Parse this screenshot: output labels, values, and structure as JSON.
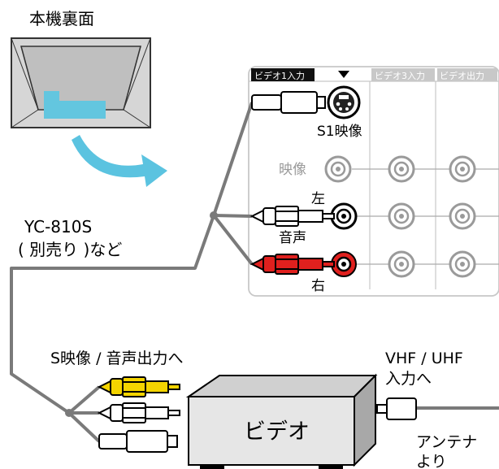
{
  "tv_back": {
    "label": "本機裏面"
  },
  "panel": {
    "headers": {
      "video1": "ビデオ1入力",
      "video3": "ビデオ3入力",
      "video_out": "ビデオ出力"
    },
    "labels": {
      "s1": "S1映像",
      "video": "映像",
      "left": "左",
      "audio": "音声",
      "right": "右"
    }
  },
  "cable": {
    "model": "YC-810S",
    "note": "( 別売り )など"
  },
  "vcr": {
    "label": "ビデオ",
    "output_label": "S映像 / 音声出力へ",
    "vhf_line1": "VHF / UHF",
    "vhf_line2": "入力へ",
    "antenna_line1": "アンテナ",
    "antenna_line2": "より"
  },
  "colors": {
    "arrow": "#5bc3e0",
    "tv_highlight": "#63c6df",
    "red_plug": "#e0201e",
    "yellow_plug": "#f4d400",
    "panel_border": "#c8c8c8",
    "cable": "#7a7a7a"
  }
}
